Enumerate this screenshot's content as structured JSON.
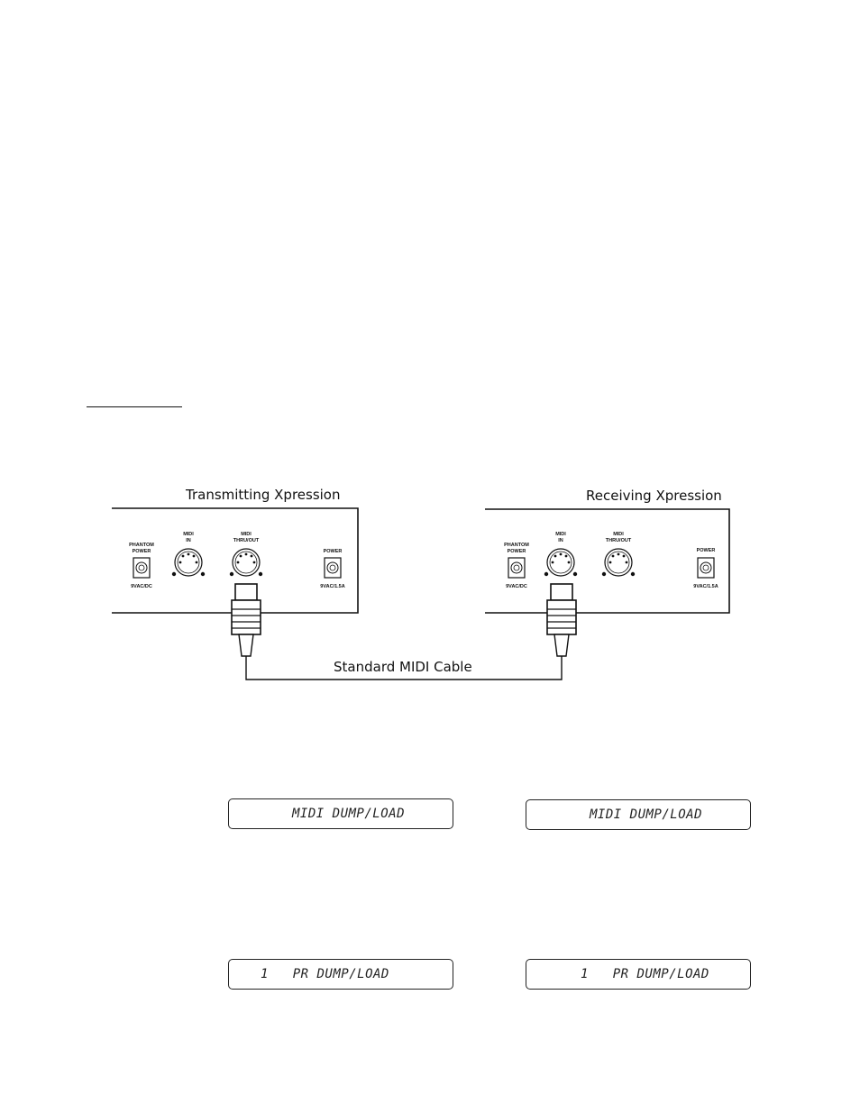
{
  "diagram": {
    "transmitter": {
      "title": "Transmitting Xpression",
      "labels": {
        "phantom": "PHANTOM POWER",
        "phantom_rating": "9VAC/DC",
        "midi_in": "MIDI IN",
        "midi_thru": "MIDI THRU/OUT",
        "power": "POWER",
        "power_rating": "9VAC/1.5A"
      }
    },
    "receiver": {
      "title": "Receiving Xpression",
      "labels": {
        "phantom": "PHANTOM POWER",
        "phantom_rating": "9VAC/DC",
        "midi_in": "MIDI IN",
        "midi_thru": "MIDI THRU/OUT",
        "power": "POWER",
        "power_rating": "9VAC/1.5A"
      }
    },
    "cable_label": "Standard MIDI Cable"
  },
  "displays": [
    {
      "text": "MIDI DUMP/LOAD"
    },
    {
      "text": "MIDI DUMP/LOAD"
    },
    {
      "text": "1   PR DUMP/LOAD"
    },
    {
      "text": "1   PR DUMP/LOAD"
    }
  ]
}
